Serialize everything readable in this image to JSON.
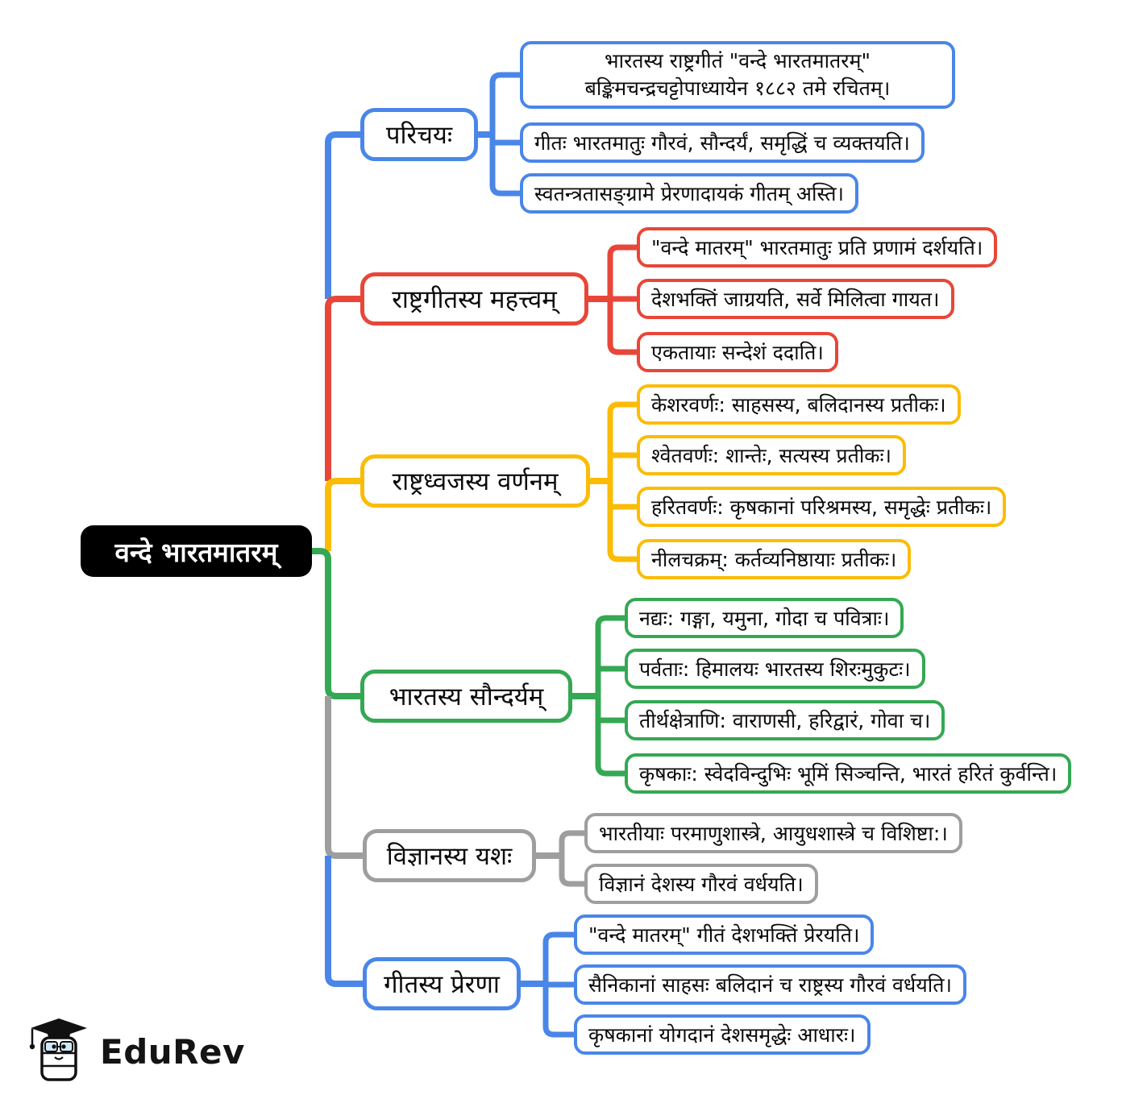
{
  "root": {
    "label": "वन्दे भारतमातरम्"
  },
  "palette": {
    "blue": "#4a86e8",
    "red": "#e84638",
    "yellow": "#fbbc05",
    "green": "#34a853",
    "gray": "#9e9e9e",
    "ink": "#000000"
  },
  "branches": [
    {
      "label": "परिचयः",
      "color": "blue",
      "children": [
        "भारतस्य राष्ट्रगीतं \"वन्दे भारतमातरम्\" बङ्किमचन्द्रचट्टोपाध्यायेन १८८२ तमे रचितम्।",
        "गीतः भारतमातुः गौरवं, सौन्दर्यं, समृद्धिं च व्यक्तयति।",
        "स्वतन्त्रतासङ्ग्रामे प्रेरणादायकं गीतम् अस्ति।"
      ]
    },
    {
      "label": "राष्ट्रगीतस्य महत्त्वम्",
      "color": "red",
      "children": [
        "\"वन्दे मातरम्\" भारतमातुः प्रति प्रणामं दर्शयति।",
        "देशभक्तिं जाग्रयति, सर्वे मिलित्वा गायत।",
        "एकतायाः सन्देशं ददाति।"
      ]
    },
    {
      "label": "राष्ट्रध्वजस्य वर्णनम्",
      "color": "yellow",
      "children": [
        "केशरवर्णः: साहसस्य, बलिदानस्य प्रतीकः।",
        "श्वेतवर्णः: शान्तेः, सत्यस्य प्रतीकः।",
        "हरितवर्णः: कृषकानां परिश्रमस्य, समृद्धेः प्रतीकः।",
        "नीलचक्रम्: कर्तव्यनिष्ठायाः प्रतीकः।"
      ]
    },
    {
      "label": "भारतस्य सौन्दर्यम्",
      "color": "green",
      "children": [
        "नद्यः: गङ्गा, यमुना, गोदा च पवित्राः।",
        "पर्वताः: हिमालयः भारतस्य शिरःमुकुटः।",
        "तीर्थक्षेत्राणि: वाराणसी, हरिद्वारं, गोवा च।",
        "कृषकाः: स्वेदविन्दुभिः भूमिं सिञ्चन्ति, भारतं हरितं कुर्वन्ति।"
      ]
    },
    {
      "label": "विज्ञानस्य यशः",
      "color": "gray",
      "children": [
        "भारतीयाः परमाणुशास्त्रे, आयुधशास्त्रे च विशिष्टा:।",
        "विज्ञानं देशस्य गौरवं वर्धयति।"
      ]
    },
    {
      "label": "गीतस्य प्रेरणा",
      "color": "blue",
      "children": [
        "\"वन्दे मातरम्\" गीतं देशभक्तिं प्रेरयति।",
        "सैनिकानां साहसः बलिदानं च राष्ट्रस्य गौरवं वर्धयति।",
        "कृषकानां योगदानं देशसमृद्धेः आधारः।"
      ]
    }
  ],
  "footer": {
    "brand": "EduRev",
    "icon": "edurev-mascot-icon"
  }
}
